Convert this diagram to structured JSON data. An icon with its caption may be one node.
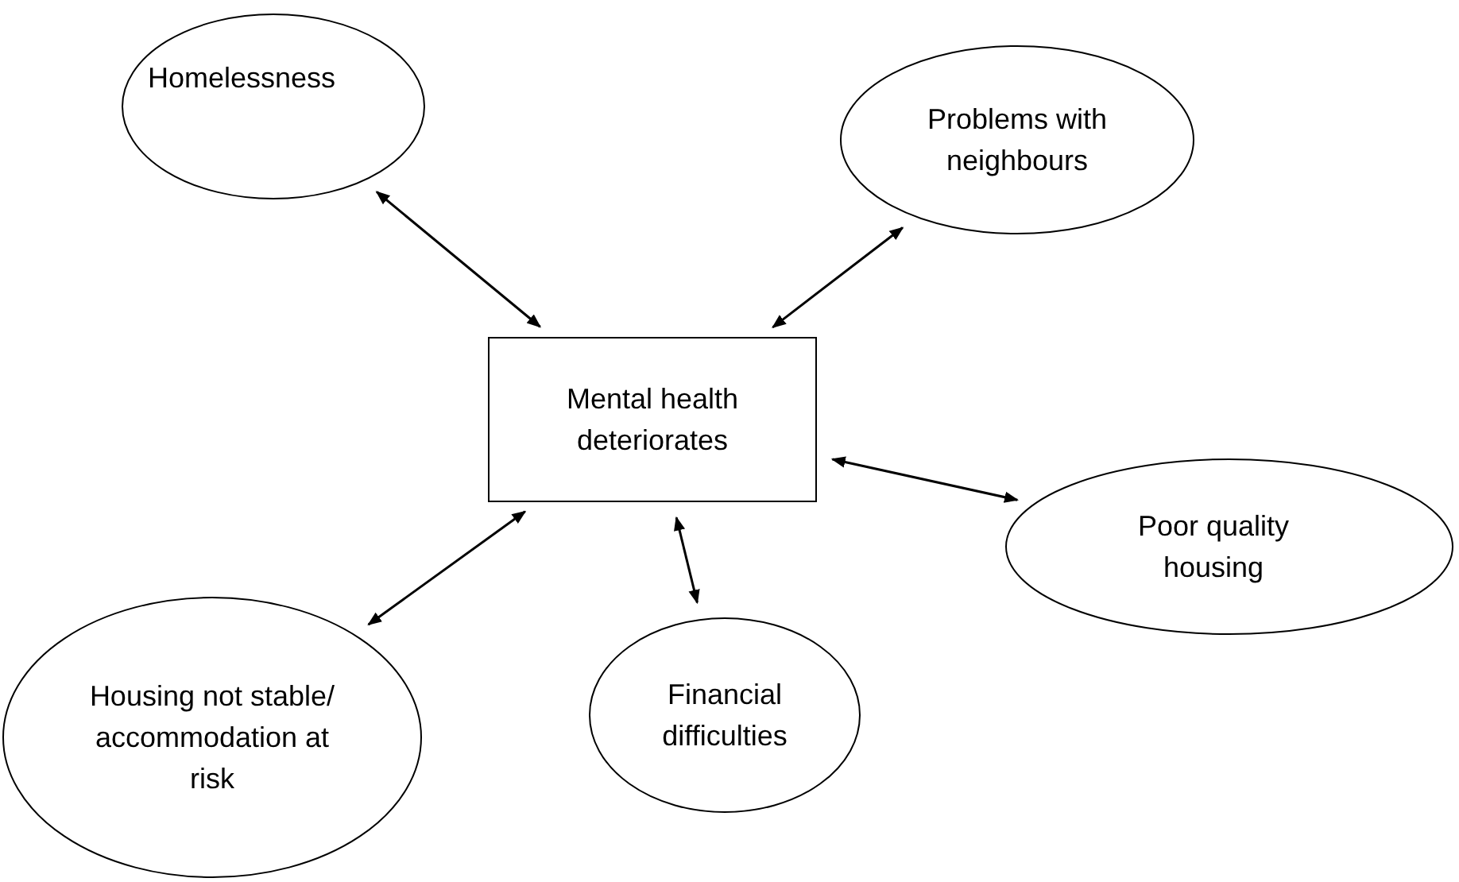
{
  "diagram": {
    "nodes": [
      {
        "text": [
          "Homelessness"
        ]
      },
      {
        "text": [
          "Problems with neighbours"
        ]
      },
      {
        "text": [
          "Mental health deteriorates"
        ]
      },
      {
        "text": [
          "Poor quality housing"
        ]
      },
      {
        "text": [
          "Housing not stable/ accommodation at risk"
        ]
      },
      {
        "text": [
          "Financial difficulties"
        ]
      }
    ],
    "edges": [
      {
        "from": 0,
        "to": 2,
        "arrow": "both"
      },
      {
        "from": 1,
        "to": 2,
        "arrow": "both"
      },
      {
        "from": 2,
        "to": 3,
        "arrow": "both"
      },
      {
        "from": 2,
        "to": 5,
        "arrow": "both"
      },
      {
        "from": 2,
        "to": 4,
        "arrow": "both"
      }
    ]
  }
}
